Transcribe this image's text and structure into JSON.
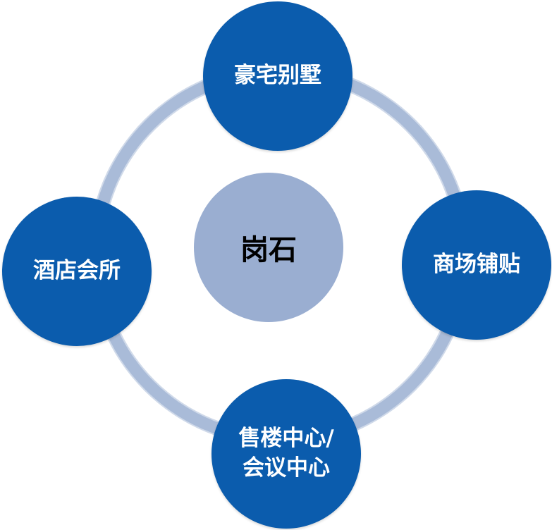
{
  "center": {
    "label": "岗石"
  },
  "nodes": {
    "top": {
      "label": "豪宅别墅"
    },
    "right": {
      "label": "商场铺贴"
    },
    "bottom": {
      "line1": "售楼中心/",
      "line2": "会议中心"
    },
    "left": {
      "label": "酒店会所"
    }
  },
  "colors": {
    "node_fill": "#0b5cad",
    "center_fill": "#9aaed1",
    "ring": "#a9bbd8",
    "node_text": "#ffffff",
    "center_text": "#000000"
  }
}
